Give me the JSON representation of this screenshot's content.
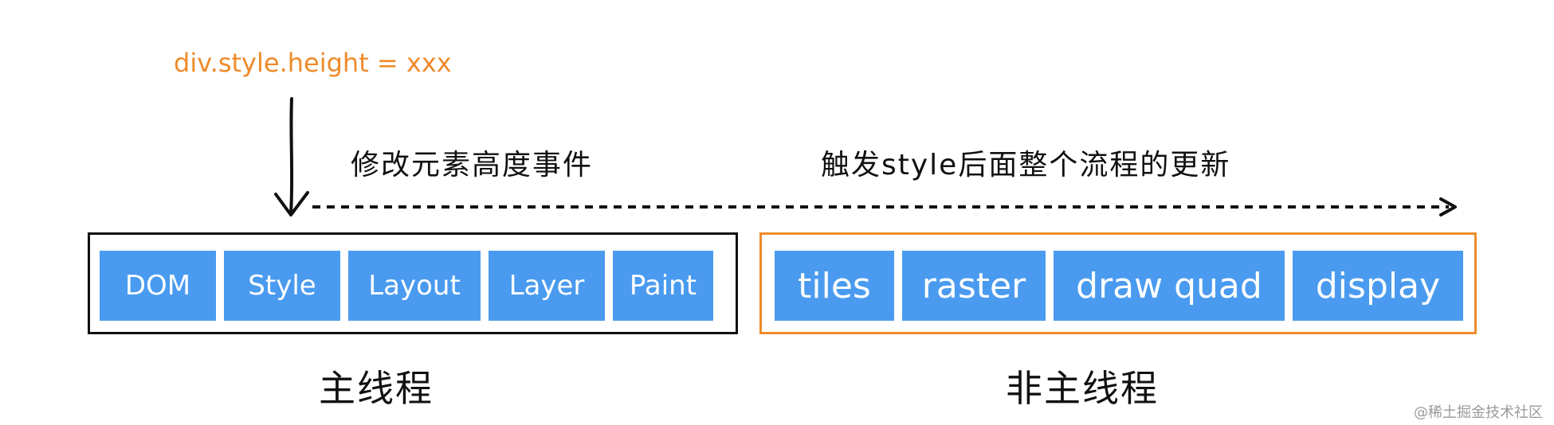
{
  "colors": {
    "stage_fill": "#4a9bef",
    "stage_text": "#ffffff",
    "main_border": "#111111",
    "other_border": "#ee8b2b",
    "code_text": "#ee8b2b"
  },
  "code_label": "div.style.height = xxx",
  "annotations": {
    "modify_event": "修改元素高度事件",
    "trigger_update": "触发style后面整个流程的更新"
  },
  "main_thread": {
    "label": "主线程",
    "stages": [
      "DOM",
      "Style",
      "Layout",
      "Layer",
      "Paint"
    ]
  },
  "other_thread": {
    "label": "非主线程",
    "stages": [
      "tiles",
      "raster",
      "draw quad",
      "display"
    ]
  },
  "watermark": "@稀土掘金技术社区"
}
